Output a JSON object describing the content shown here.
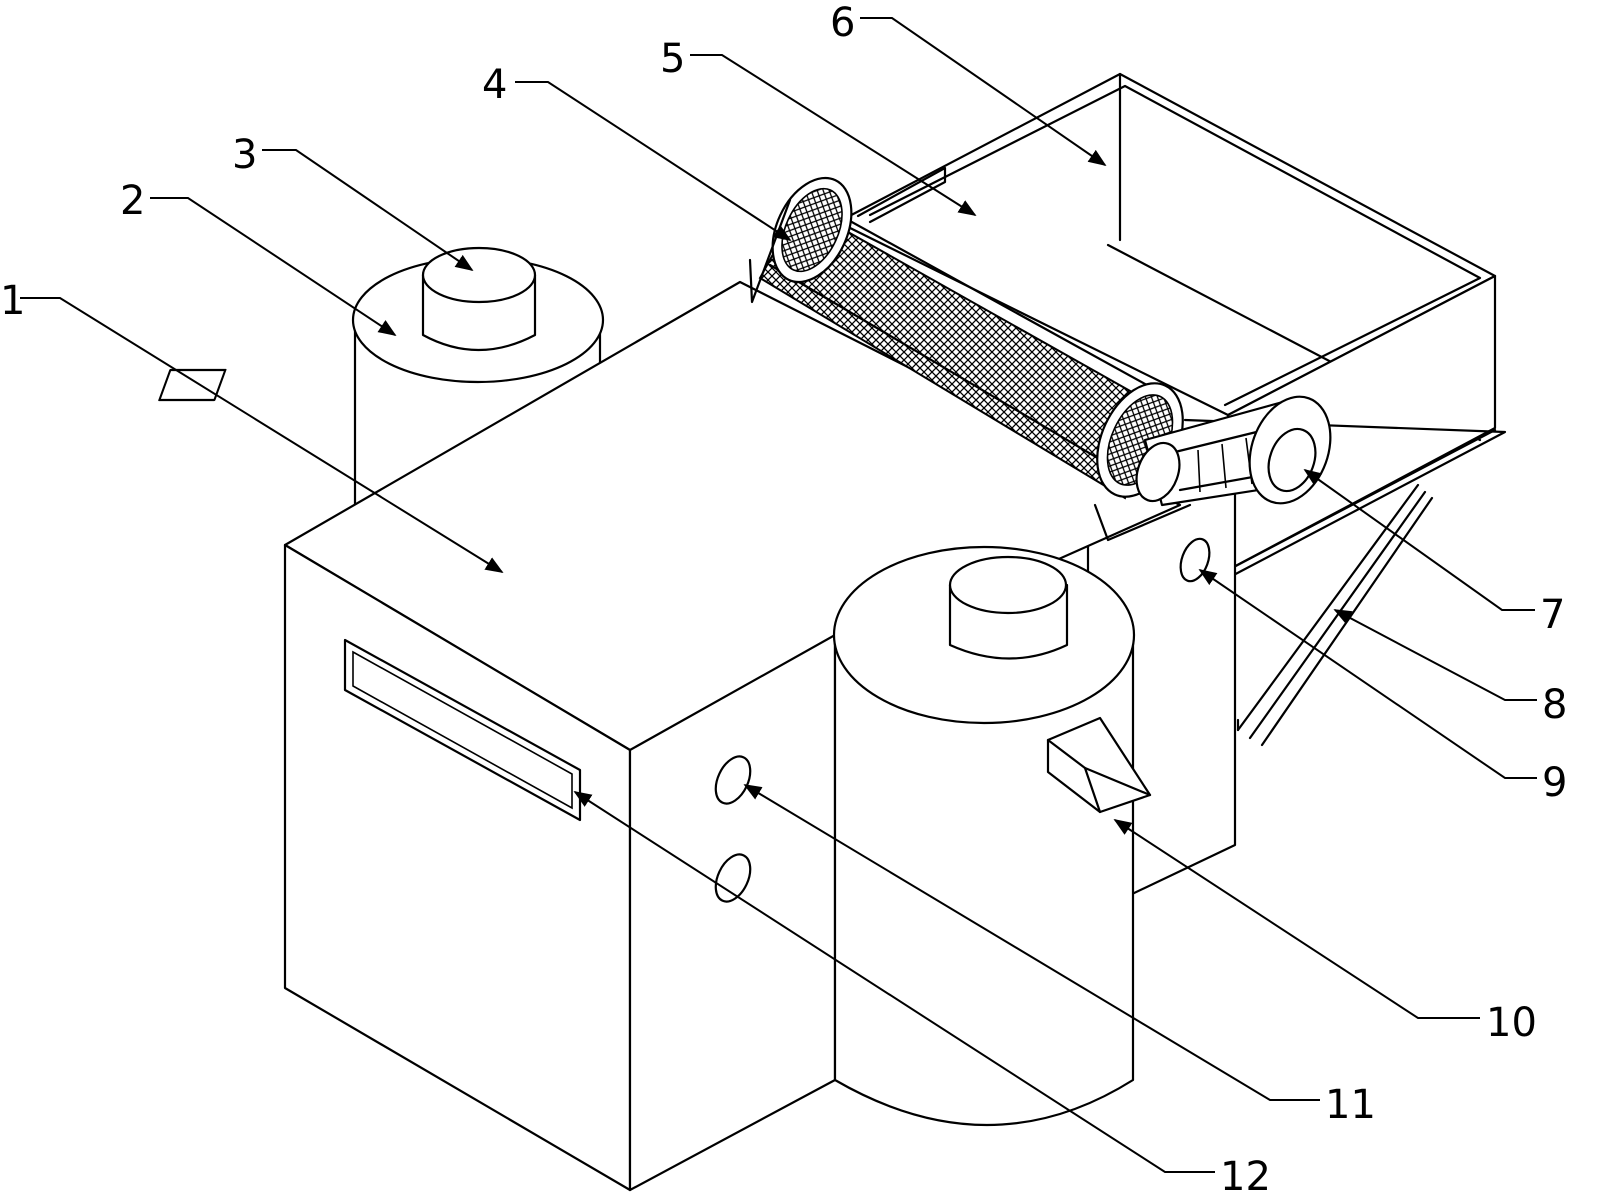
{
  "colors": {
    "line": "#000000",
    "background": "#ffffff"
  },
  "labels": [
    {
      "id": "l1",
      "text": "1"
    },
    {
      "id": "l2",
      "text": "2"
    },
    {
      "id": "l3",
      "text": "3"
    },
    {
      "id": "l4",
      "text": "4"
    },
    {
      "id": "l5",
      "text": "5"
    },
    {
      "id": "l6",
      "text": "6"
    },
    {
      "id": "l7",
      "text": "7"
    },
    {
      "id": "l8",
      "text": "8"
    },
    {
      "id": "l9",
      "text": "9"
    },
    {
      "id": "l10",
      "text": "10"
    },
    {
      "id": "l11",
      "text": "11"
    },
    {
      "id": "l12",
      "text": "12"
    }
  ]
}
